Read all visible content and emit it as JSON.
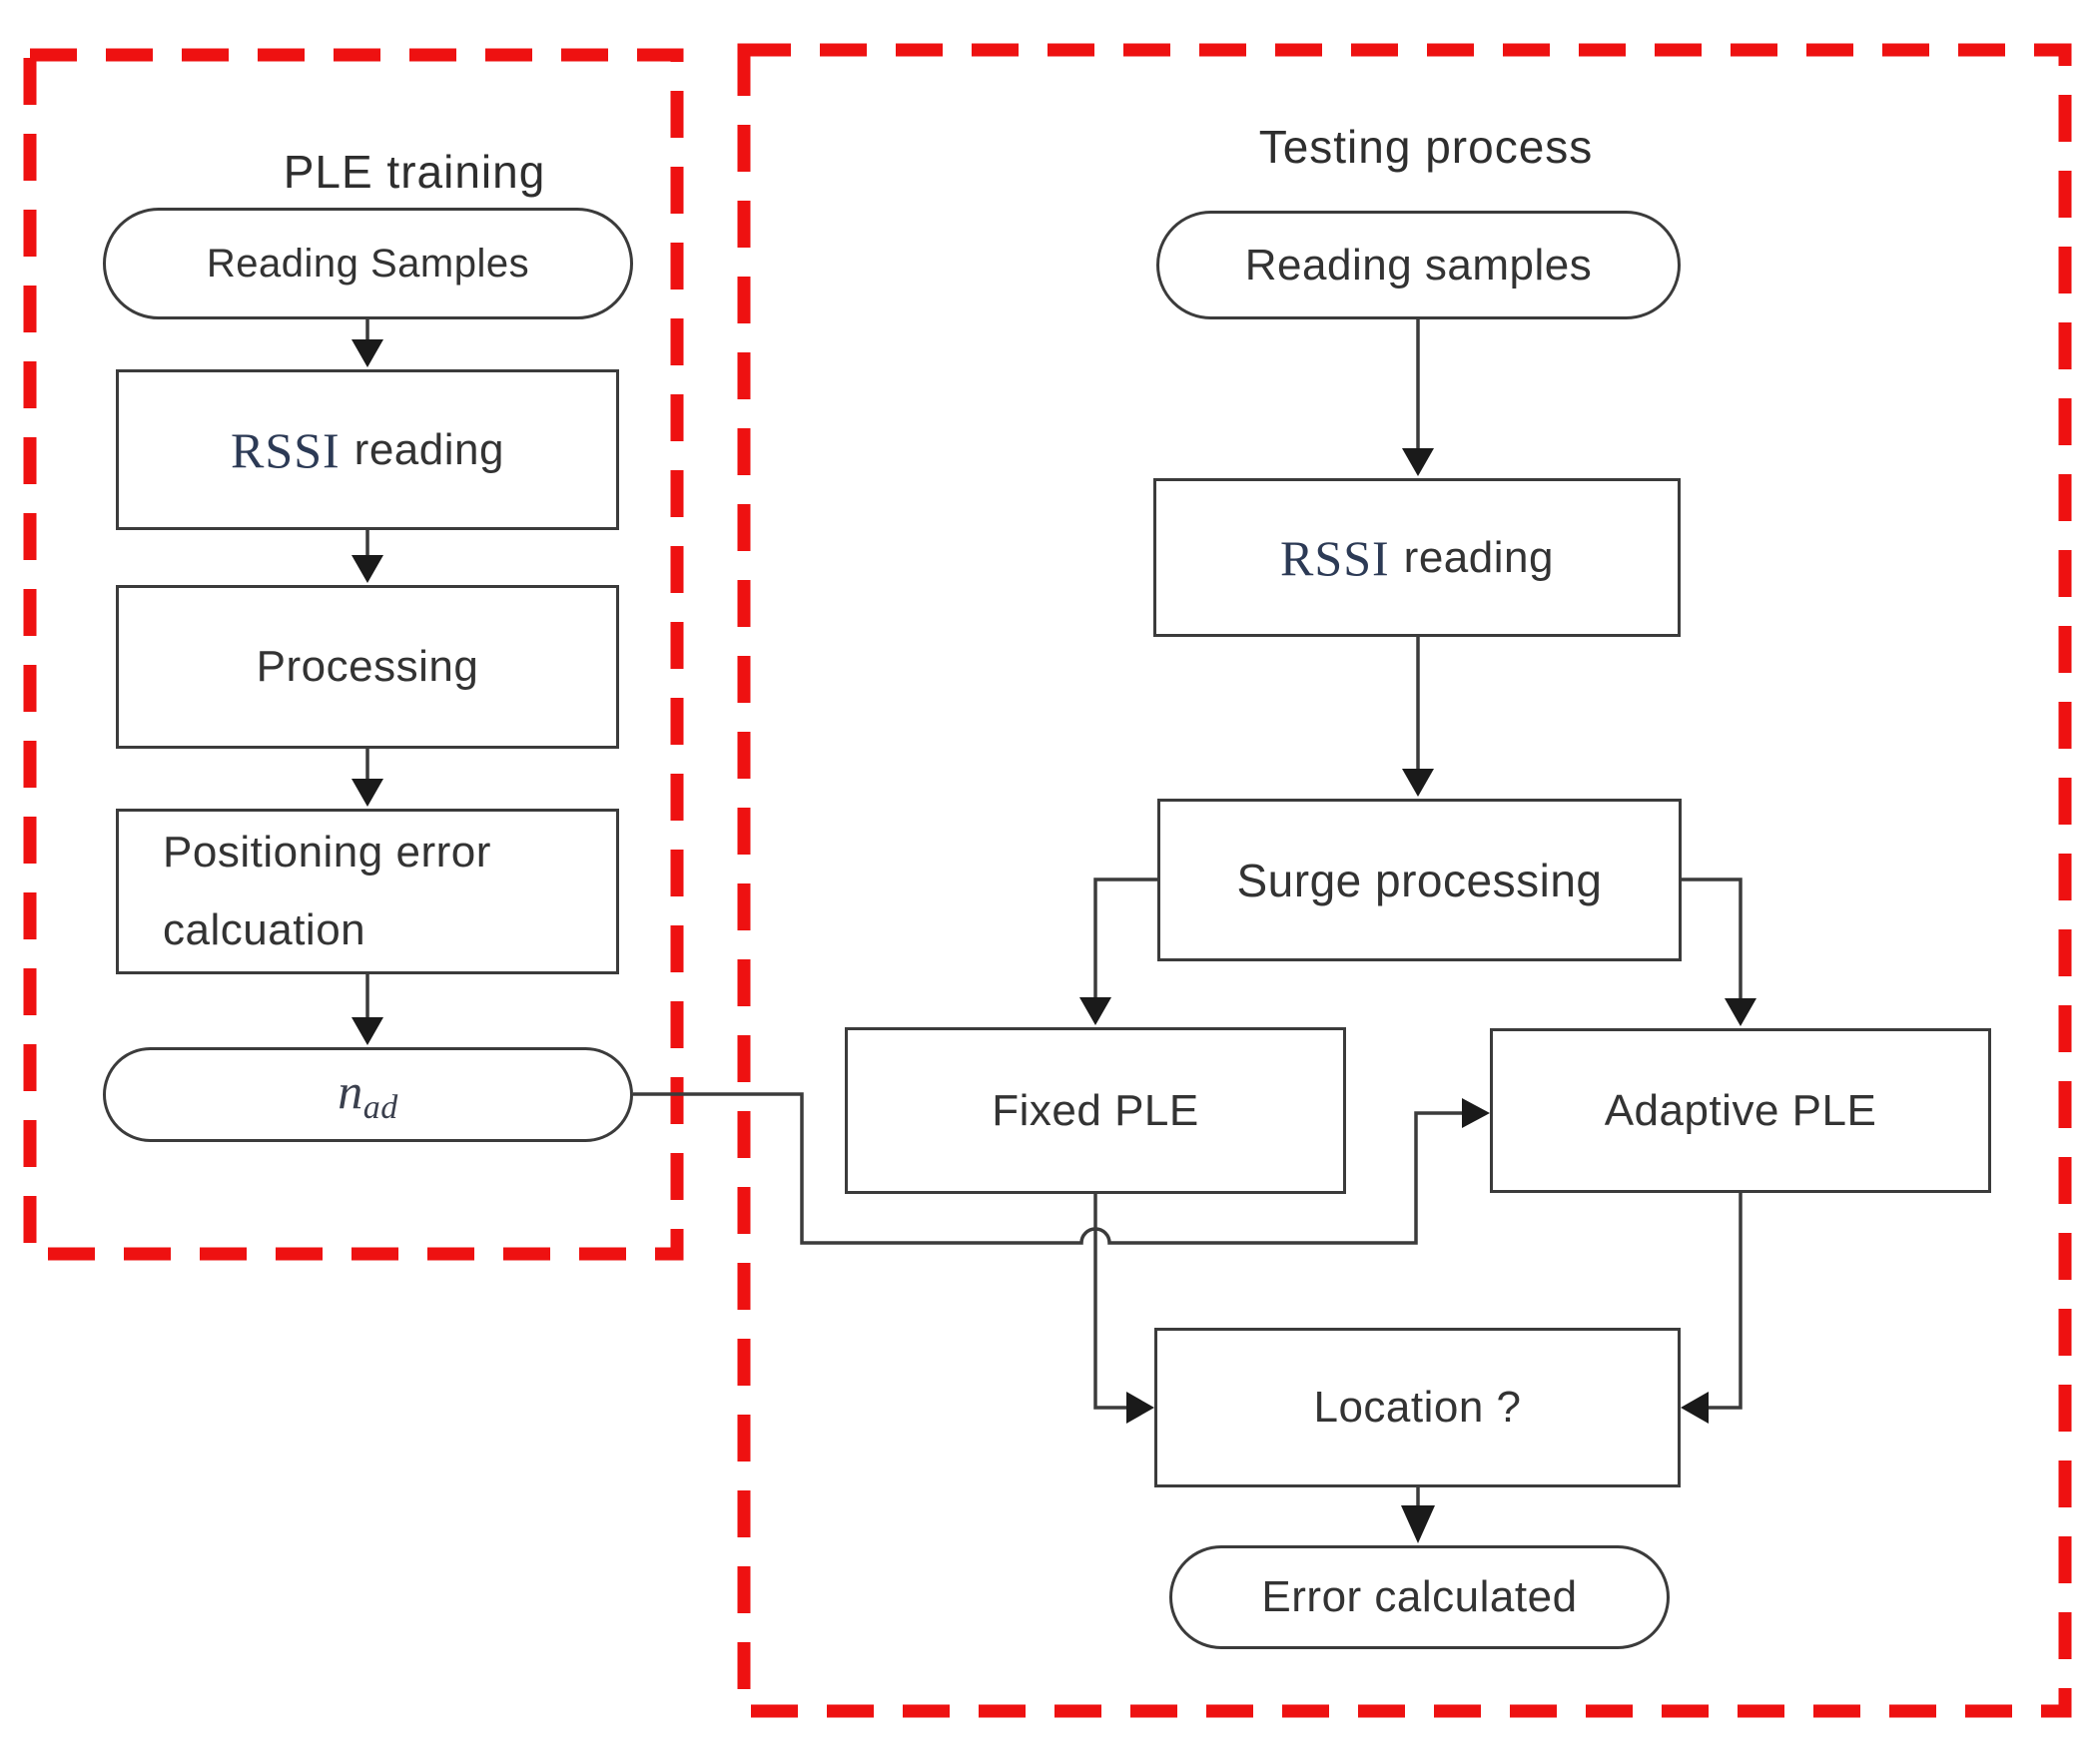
{
  "figure": {
    "type": "flowchart",
    "description": "Two dashed red panels: PLE training flow feeding an adaptive PLE into the testing process flow"
  },
  "colors": {
    "panel_dash_red": "#ee1111",
    "connector_gray": "#3b3b3b",
    "arrow_black": "#1a1a1a",
    "text_dark": "#333333",
    "rssi_navy": "#2c3a55"
  },
  "left_panel": {
    "title": "PLE training",
    "nodes": {
      "reading_samples": {
        "label": "Reading Samples"
      },
      "rssi": {
        "word_serif": "RSSI",
        "word_rest": "reading"
      },
      "processing": {
        "label": "Processing"
      },
      "pos_error": {
        "line1": "Positioning error",
        "line2": "calcuation"
      },
      "n_ad": {
        "base": "n",
        "sub": "ad"
      }
    }
  },
  "right_panel": {
    "title": "Testing process",
    "nodes": {
      "reading_samples": {
        "label": "Reading samples"
      },
      "rssi": {
        "word_serif": "RSSI",
        "word_rest": "reading"
      },
      "surge": {
        "label": "Surge processing"
      },
      "fixed": {
        "label": "Fixed PLE"
      },
      "adaptive": {
        "label": "Adaptive PLE"
      },
      "location": {
        "label": "Location ?"
      },
      "error": {
        "label": "Error calculated"
      }
    }
  }
}
